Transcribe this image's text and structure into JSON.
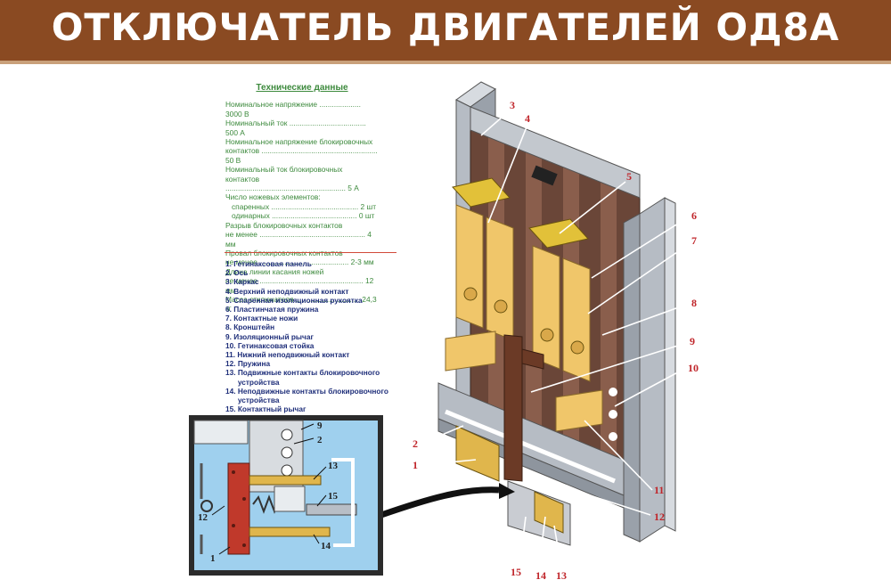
{
  "header": {
    "title": "ОТКЛЮЧАТЕЛЬ ДВИГАТЕЛЕЙ ОД8А"
  },
  "specs": {
    "title": "Технические данные",
    "lines": [
      "Номинальное напряжение .................... 3000 В",
      "Номинальный ток ..................................... 500 А",
      "Номинальное напряжение блокировочных",
      "контактов ........................................................ 50 В",
      "Номинальный ток блокировочных",
      "контактов .......................................................... 5 А",
      "Число ножевых элементов:",
      "   спаренных .......................................... 2 шт",
      "   одинарных ......................................... 0 шт",
      "Разрыв блокировочных контактов",
      "не менее ................................................... 4 мм",
      "Провал блокировочных контактов",
      "не менее ........................................... 2-3 мм",
      "Длина линии касания ножей",
      "не менее .................................................. 12 мм",
      "Масса отключателя ............................... 24,3 кг"
    ]
  },
  "legend": {
    "items": [
      "1. Гетинаксовая панель",
      "2. Ось",
      "3. Каркас",
      "4. Верхний неподвижный контакт",
      "5. Спаренная изоляционная рукоятка",
      "6. Пластинчатая пружина",
      "7. Контактные ножи",
      "8. Кронштейн",
      "9. Изоляционный рычаг",
      "10. Гетинаксовая стойка",
      "11. Нижний неподвижный контакт",
      "12. Пружина",
      "13. Подвижные контакты блокировочного\n      устройства",
      "14. Неподвижные контакты блокировочного\n      устройства",
      "15. Контактный рычаг"
    ]
  },
  "callouts": [
    "1",
    "2",
    "3",
    "4",
    "5",
    "6",
    "7",
    "8",
    "9",
    "10",
    "11",
    "12",
    "13",
    "14",
    "15"
  ],
  "inset_callouts": [
    "9",
    "2",
    "13",
    "15",
    "12",
    "14",
    "1"
  ]
}
